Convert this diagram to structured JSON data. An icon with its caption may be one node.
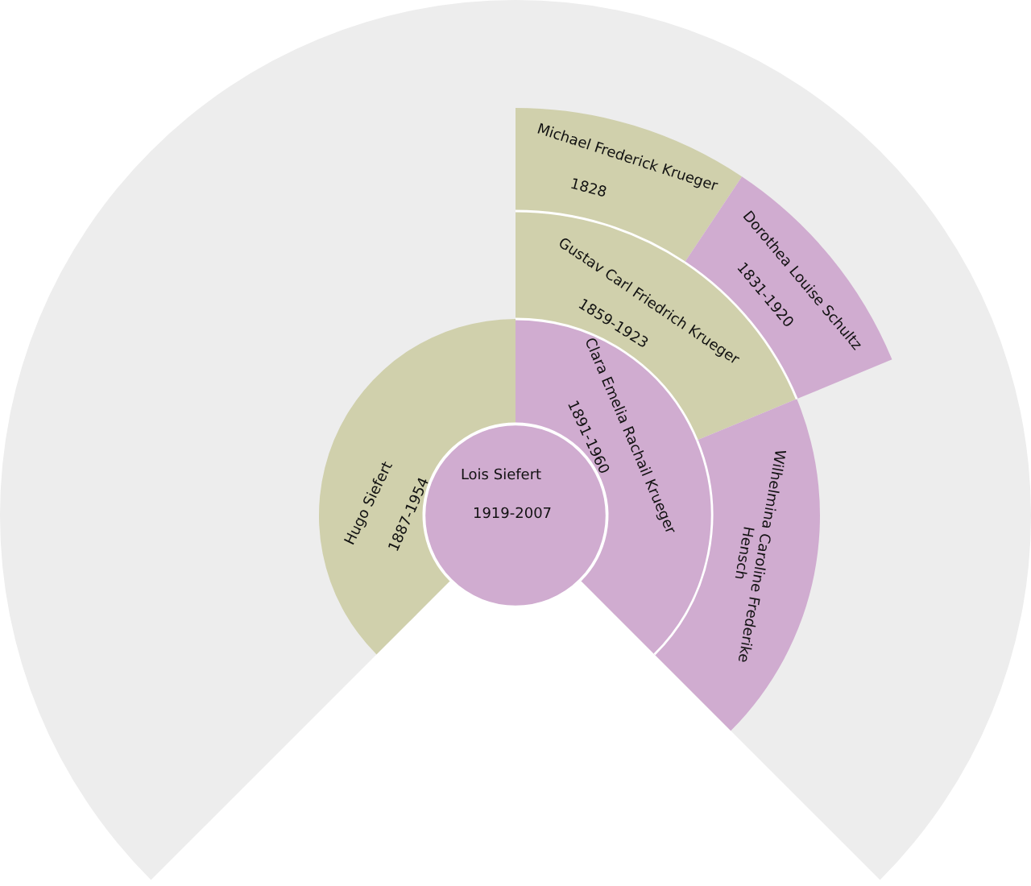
{
  "diagram": {
    "nodes": [
      {
        "text": [
          "Lois Siefert",
          "1919-2007"
        ]
      },
      {
        "text": [
          "Hugo Siefert",
          "1887-1954"
        ]
      },
      {
        "text": [
          "Clara Emelia Rachail Krueger",
          "1891-1960"
        ]
      },
      {
        "text": [
          "Gustav Carl Friedrich Krueger",
          "1859-1923"
        ]
      },
      {
        "text": [
          "Wilhelmina Caroline Frederike Hensch"
        ]
      },
      {
        "text": [
          "Michael Frederick Krueger",
          "1828"
        ]
      },
      {
        "text": [
          "Dorothea Louise Schultz",
          "1831-1920"
        ]
      }
    ]
  }
}
